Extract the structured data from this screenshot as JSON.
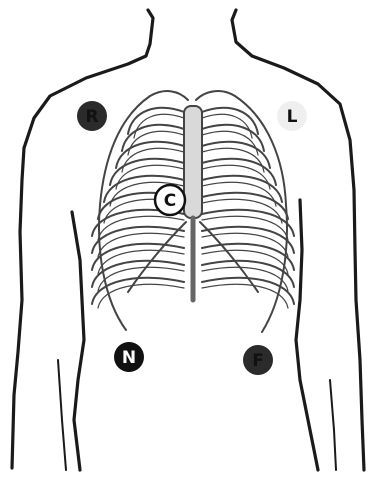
{
  "colors": {
    "outline": "#1a1a1a",
    "ribs": "#444444",
    "dark_electrode": "#2b2b2b",
    "light_electrode": "#efefef",
    "white_text": "#ffffff",
    "dark_text": "#111111"
  },
  "electrodes": {
    "right_arm": {
      "label": "R"
    },
    "left_arm": {
      "label": "L"
    },
    "chest": {
      "label": "C"
    },
    "neutral": {
      "label": "N"
    },
    "foot": {
      "label": "F"
    }
  }
}
